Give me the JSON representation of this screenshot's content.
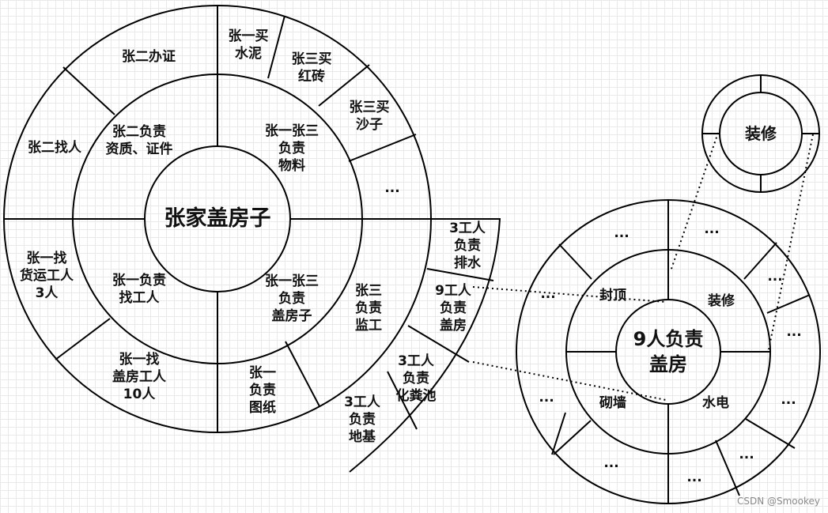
{
  "left_wheel": {
    "center": "张家盖房子",
    "inner": {
      "top_left": "张二负责\n资质、证件",
      "top_right": "张一张三\n负责\n物料",
      "bottom_left": "张一负责\n找工人",
      "bottom_right": "张一张三\n负责\n盖房子"
    },
    "outer": {
      "zhang2_cert": "张二办证",
      "zhang1_cement": "张一买\n水泥",
      "zhang3_brick": "张三买\n红砖",
      "zhang3_sand": "张三买\n沙子",
      "ellipsis": "...",
      "zhang2_people": "张二找人",
      "zhang1_transport": "张一找\n货运工人\n3人",
      "zhang1_builders": "张一找\n盖房工人\n10人",
      "zhang1_drawing": "张一\n负责\n图纸",
      "zhang3_supervise": "张三\n负责\n监工"
    },
    "tail": {
      "drainage": "3工人\n负责\n排水",
      "house": "9工人\n负责\n盖房",
      "septic": "3工人\n负责\n化粪池",
      "foundation": "3工人\n负责\n地基"
    }
  },
  "right_wheel": {
    "center": "9人负责\n盖房",
    "inner": {
      "roof": "封顶",
      "decor": "装修",
      "masonry": "砌墙",
      "plumbing": "水电"
    },
    "outer": [
      "...",
      "...",
      "...",
      "...",
      "...",
      "...",
      "...",
      "...",
      "...",
      "..."
    ]
  },
  "small_wheel": {
    "center": "装修"
  },
  "watermark": "CSDN @Smookey"
}
